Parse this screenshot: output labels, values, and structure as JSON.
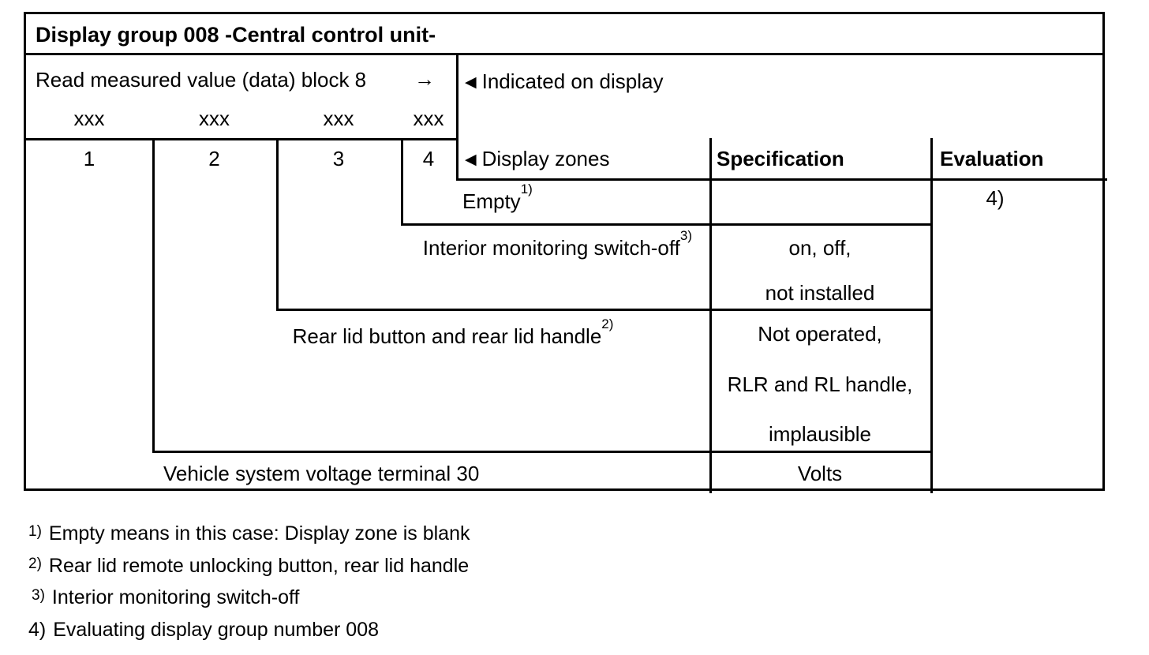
{
  "title": "Display group 008 -Central control unit-",
  "read_block": {
    "label": "Read measured value (data) block 8",
    "arrow": "→"
  },
  "xxx_row": {
    "c1": "xxx",
    "c2": "xxx",
    "c3": "xxx",
    "c4": "xxx"
  },
  "zone_numbers": {
    "c1": "1",
    "c2": "2",
    "c3": "3",
    "c4": "4"
  },
  "indicated": {
    "marker": "◀",
    "label": "Indicated on display"
  },
  "headers": {
    "display_zones_marker": "◀",
    "display_zones": "Display zones",
    "specification": "Specification",
    "evaluation": "Evaluation"
  },
  "zones": {
    "empty": {
      "label": "Empty",
      "sup": "1)"
    },
    "interior": {
      "label": "Interior monitoring switch-off",
      "sup": "3)",
      "spec_line1": "on, off,",
      "spec_line2": "not installed"
    },
    "rear_lid": {
      "label": "Rear lid button and rear lid handle",
      "sup": "2)",
      "spec_line1": "Not operated,",
      "spec_line2": "RLR and RL handle,",
      "spec_line3": "implausible"
    },
    "voltage": {
      "label": "Vehicle system voltage terminal 30",
      "spec_line1": "Volts"
    }
  },
  "evaluation_value": "4)",
  "footnotes": {
    "f1": {
      "marker": "1)",
      "text": "Empty means in this case: Display zone is blank"
    },
    "f2": {
      "marker": "2)",
      "text": "Rear lid remote unlocking button, rear lid handle"
    },
    "f3": {
      "marker": "3)",
      "text": "Interior monitoring switch-off"
    },
    "f4": {
      "marker": "4)",
      "text": "Evaluating display group number 008"
    }
  },
  "colors": {
    "ink": "#000000",
    "background": "#ffffff"
  }
}
